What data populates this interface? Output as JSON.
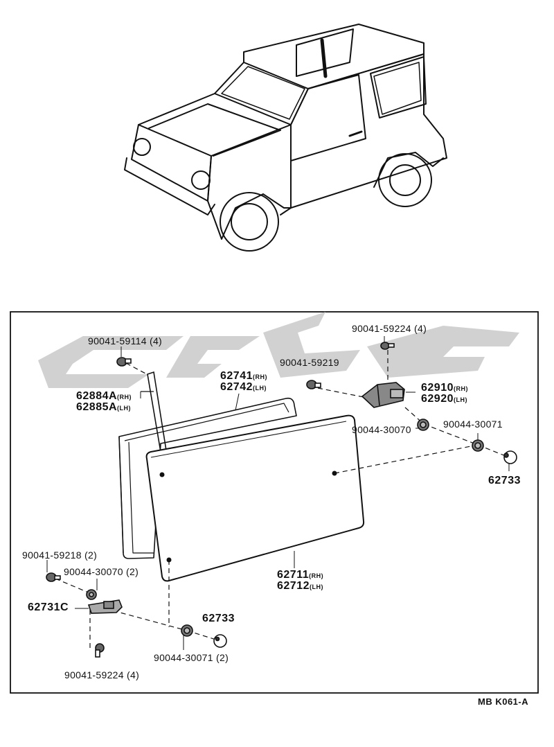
{
  "diagram_code": "MB K061-A",
  "parts": {
    "screw_top_left": {
      "number": "90041-59114",
      "qty": "(4)"
    },
    "screw_top_right": {
      "number": "90041-59224",
      "qty": "(4)"
    },
    "screw_hinge_top": {
      "number": "90041-59219"
    },
    "molding": {
      "number_rh": "62884A",
      "suffix_rh": "(RH)",
      "number_lh": "62885A",
      "suffix_lh": "(LH)"
    },
    "weatherstrip": {
      "number_rh": "62741",
      "suffix_rh": "(RH)",
      "number_lh": "62742",
      "suffix_lh": "(LH)"
    },
    "hinge_upper": {
      "number_rh": "62910",
      "suffix_rh": "(RH)",
      "number_lh": "62920",
      "suffix_lh": "(LH)"
    },
    "grommet_upper_a": {
      "number": "90044-30070"
    },
    "grommet_upper_b": {
      "number": "90044-30071"
    },
    "cap_upper": {
      "number": "62733"
    },
    "glass": {
      "number_rh": "62711",
      "suffix_rh": "(RH)",
      "number_lh": "62712",
      "suffix_lh": "(LH)"
    },
    "screw_bottom_left": {
      "number": "90041-59218",
      "qty": "(2)"
    },
    "grommet_lower_a": {
      "number": "90044-30070",
      "qty": "(2)"
    },
    "hinge_lower": {
      "number": "62731C"
    },
    "cap_lower": {
      "number": "62733"
    },
    "grommet_lower_b": {
      "number": "90044-30071",
      "qty": "(2)"
    },
    "screw_bottom": {
      "number": "90041-59224",
      "qty": "(4)"
    }
  }
}
